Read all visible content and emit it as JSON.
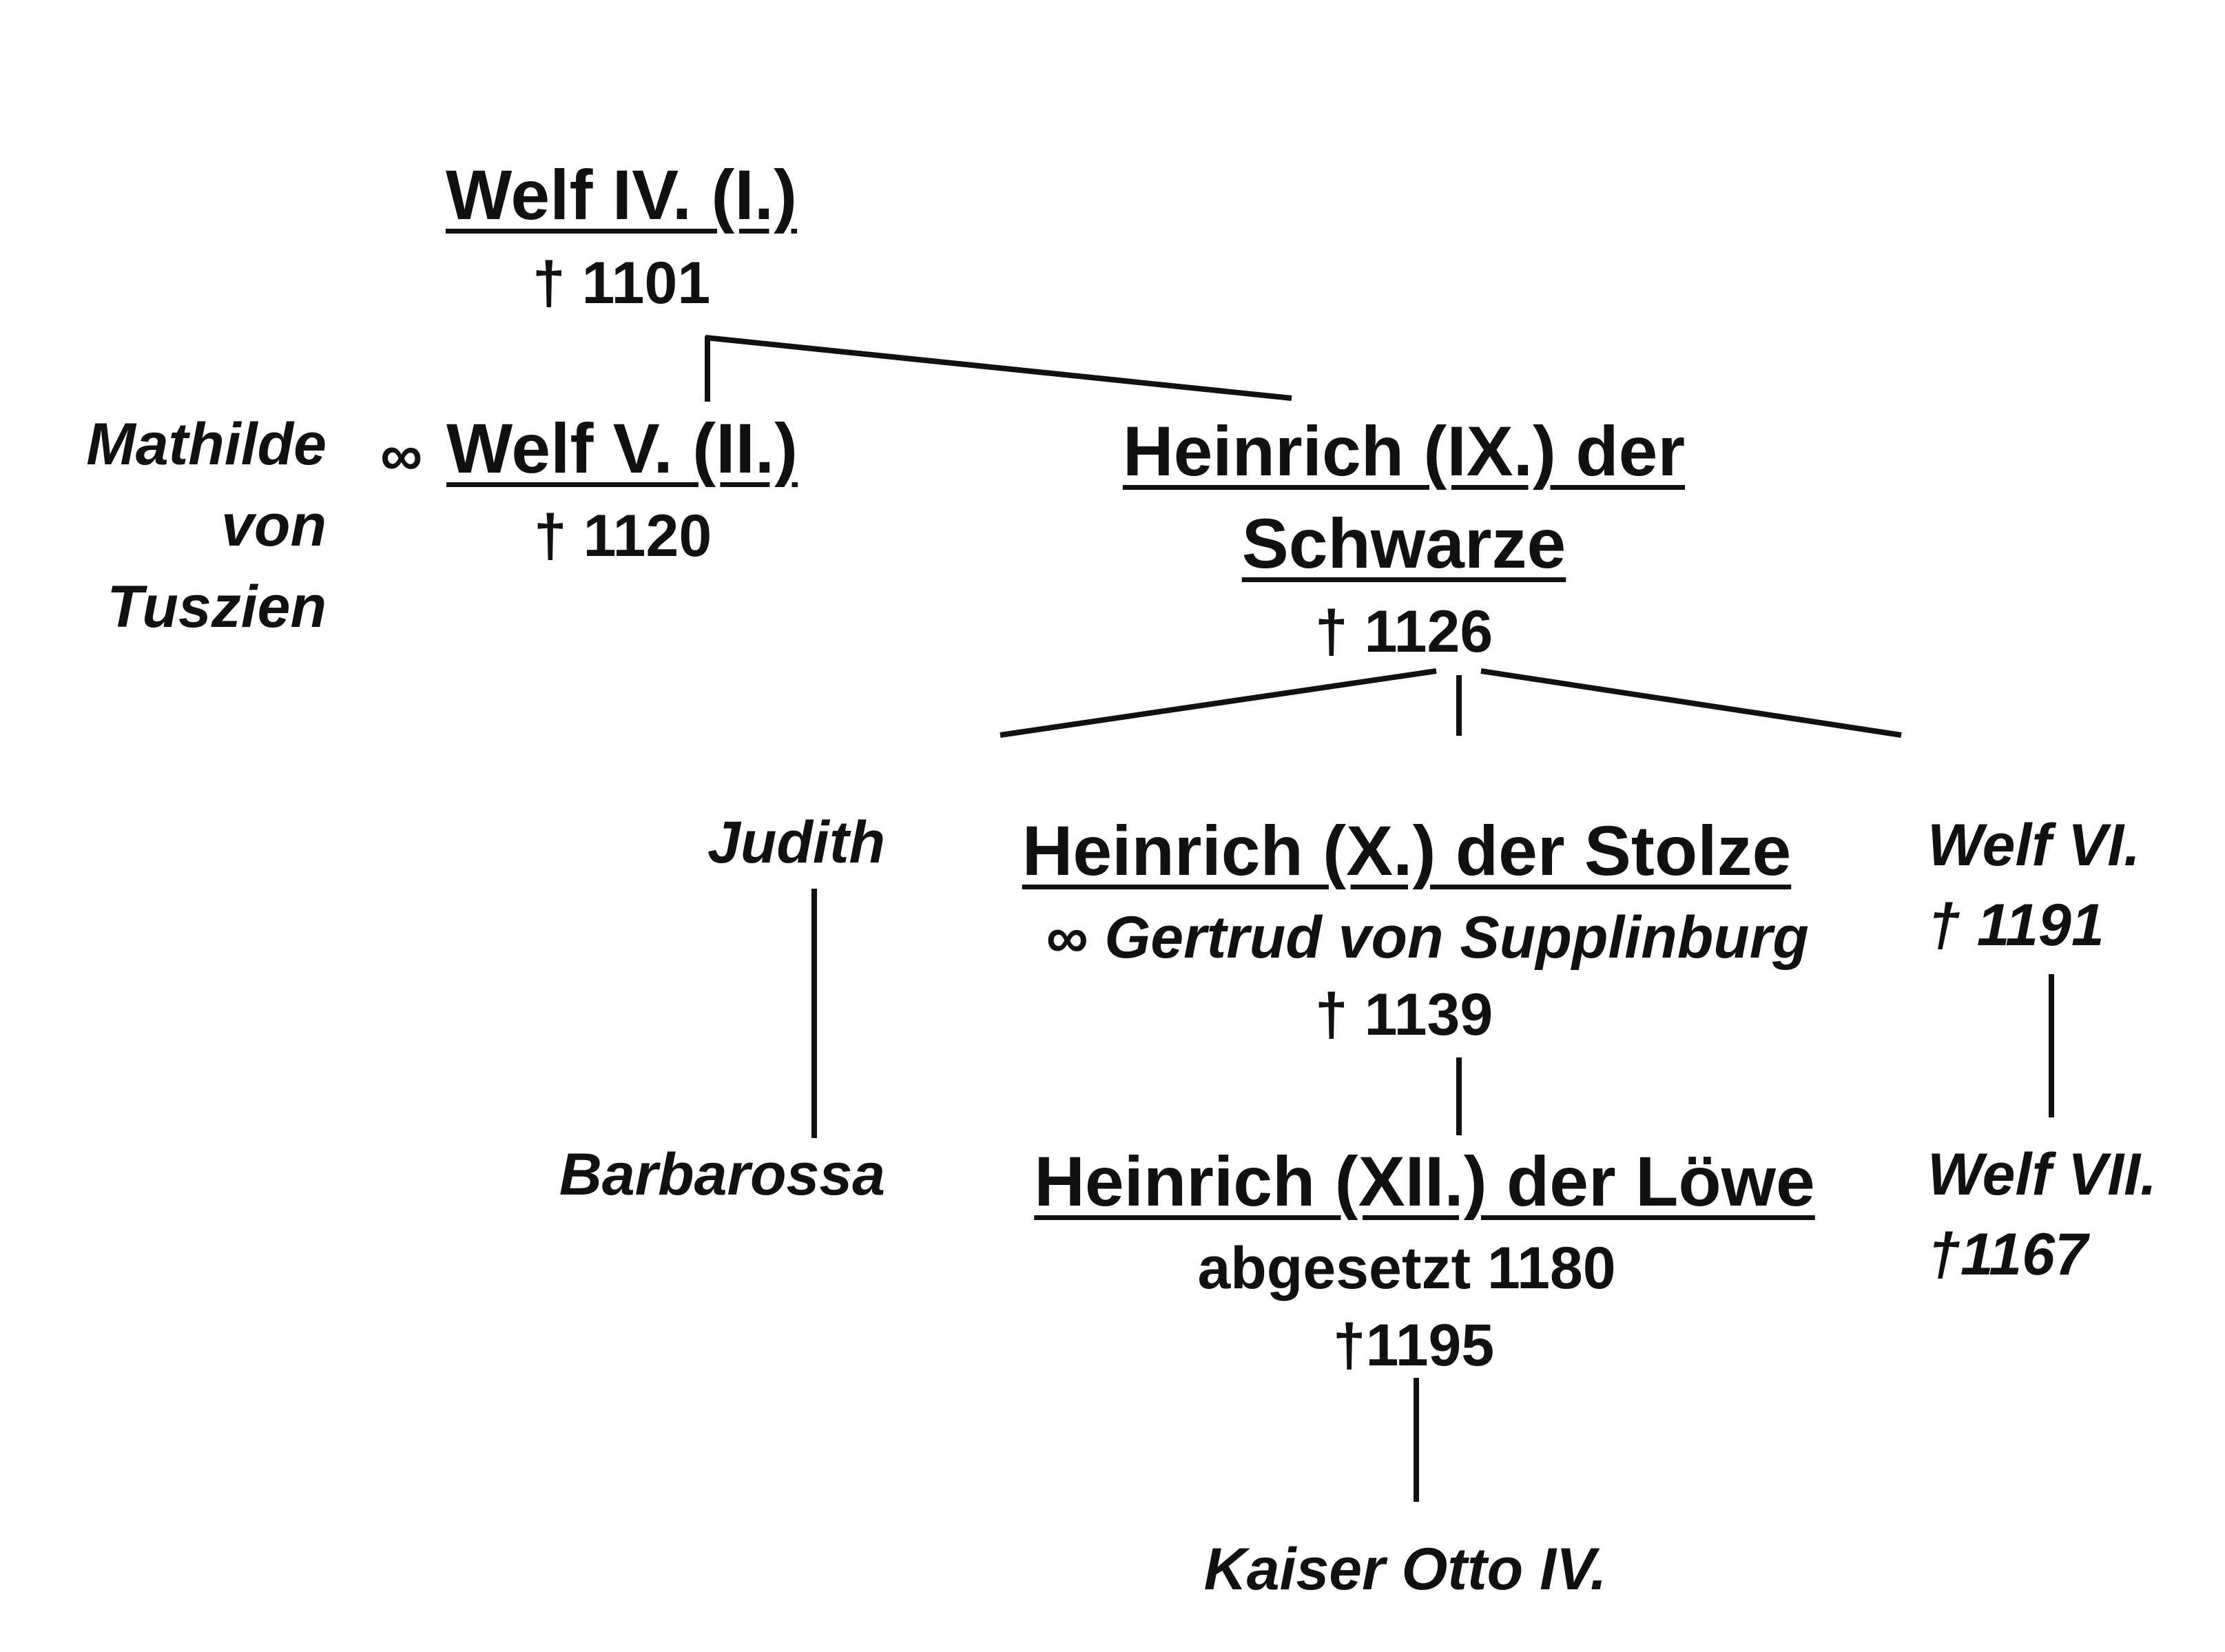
{
  "persons": {
    "welf_iv": {
      "name": "Welf IV. (I.)",
      "death": "† 1101"
    },
    "welf_v": {
      "marriage": "∞",
      "name": "Welf V. (II.)",
      "death": "† 1120"
    },
    "mathilde": {
      "line1": "Mathilde",
      "line2": "von",
      "line3": "Tuszien"
    },
    "heinrich_ix": {
      "name_line1": "Heinrich (IX.) der",
      "name_line2": "Schwarze",
      "death": "† 1126"
    },
    "judith": {
      "name": "Judith"
    },
    "barbarossa": {
      "name": "Barbarossa"
    },
    "heinrich_x": {
      "name": "Heinrich (X.) der Stolze",
      "spouse": "∞ Gertrud von Supplinburg",
      "death": "† 1139"
    },
    "welf_vi": {
      "name": "Welf VI.",
      "death": "† 1191"
    },
    "heinrich_xii": {
      "name": "Heinrich (XII.) der Löwe",
      "note": "abgesetzt 1180",
      "death": "†1195"
    },
    "welf_vii": {
      "name": "Welf VII.",
      "death": "†1167"
    },
    "otto_iv": {
      "name": "Kaiser Otto IV."
    }
  },
  "colors": {
    "ink": "#111111",
    "background": "#ffffff"
  }
}
